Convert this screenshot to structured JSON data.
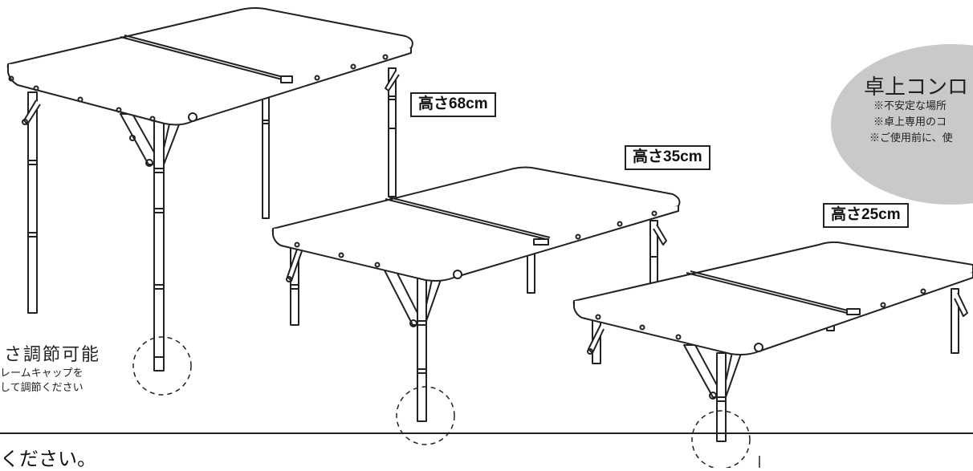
{
  "height_labels": {
    "high": "高さ68cm",
    "mid": "高さ35cm",
    "low": "高さ25cm"
  },
  "adjust_note": {
    "title": "さ調節可能",
    "line1": "レームキャップを",
    "line2": "して調節ください"
  },
  "stove_note": {
    "title": "卓上コンロ",
    "line1": "※不安定な場所",
    "line2": "※卓上専用のコ",
    "line3": "※ご使用前に、使"
  },
  "footer": {
    "text": "ください。"
  },
  "colors": {
    "line": "#222222",
    "oval_fill": "#c9c9c9",
    "background": "#ffffff"
  }
}
